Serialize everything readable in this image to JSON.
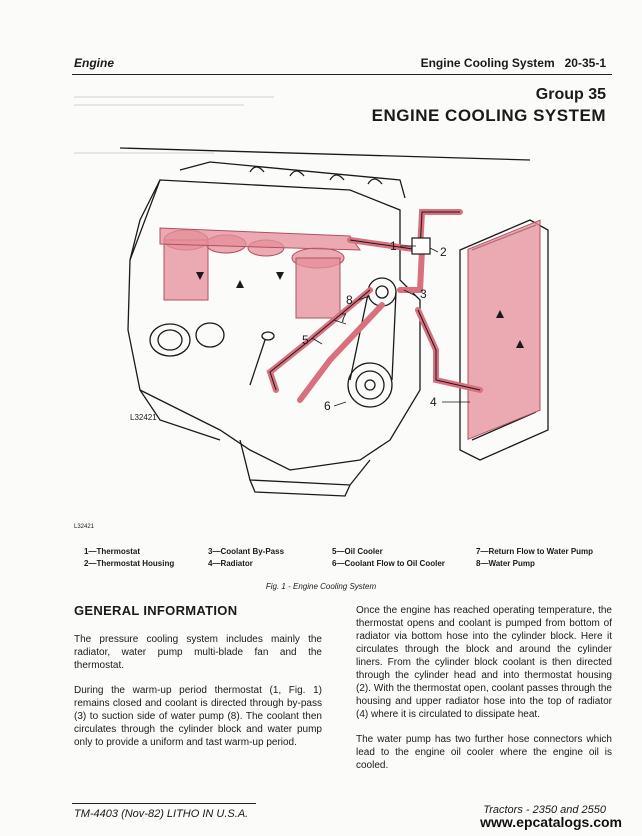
{
  "header": {
    "section": "Engine",
    "right_title": "Engine Cooling System",
    "page_number": "20-35-1"
  },
  "heading": {
    "group": "Group 35",
    "title": "ENGINE COOLING SYSTEM"
  },
  "figure": {
    "ref_code": "L32421",
    "small_code": "L32421",
    "callouts": [
      "1",
      "2",
      "3",
      "4",
      "5",
      "6",
      "7",
      "8"
    ],
    "caption": "Fig. 1 - Engine Cooling System",
    "legend": [
      "1—Thermostat",
      "2—Thermostat Housing",
      "3—Coolant By-Pass",
      "4—Radiator",
      "5—Oil Cooler",
      "6—Coolant Flow to Oil Cooler",
      "7—Return Flow to Water Pump",
      "8—Water Pump"
    ],
    "colors": {
      "coolant": "#e58f9a",
      "line": "#1a1a1a"
    }
  },
  "body": {
    "heading": "GENERAL INFORMATION",
    "left_paragraphs": [
      "The pressure cooling system includes mainly the radiator, water pump multi-blade fan and the thermostat.",
      "During the warm-up period thermostat (1, Fig. 1) remains closed and coolant is directed through by-pass (3) to suction side of water pump (8). The coolant then circulates through the cylinder block and water pump only to provide a uniform and tast warm-up period."
    ],
    "right_paragraphs": [
      "Once the engine has reached operating temperature, the thermostat opens and coolant is pumped from bottom of radiator via bottom hose into the cylinder block. Here it circulates through the block and around the cylinder liners. From the cylinder block coolant is then directed through the cylinder head and into thermostat housing (2). With the thermostat open, coolant passes through the housing and upper radiator hose into the top of radiator (4) where it is circulated to dissipate heat.",
      "The water pump has two further hose connectors which lead to the engine oil cooler where the engine oil is cooled."
    ]
  },
  "footer": {
    "left": "TM-4403 (Nov-82)  LITHO IN U.S.A.",
    "right": "Tractors - 2350 and 2550",
    "watermark": "www.epcatalogs.com"
  }
}
